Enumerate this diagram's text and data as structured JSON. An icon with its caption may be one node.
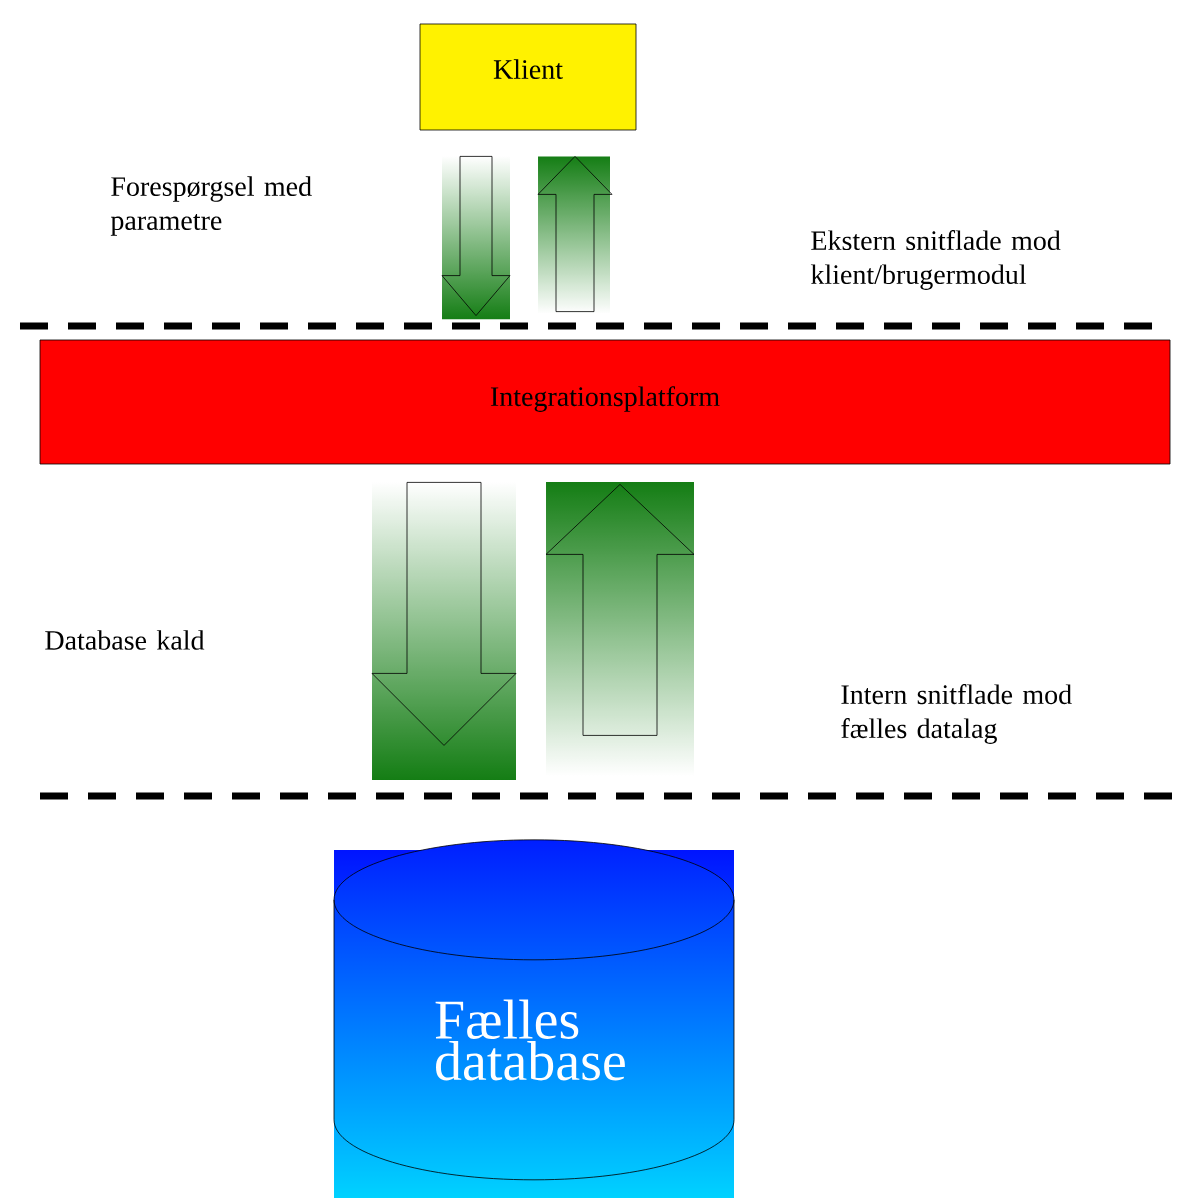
{
  "diagram": {
    "nodes": [
      {
        "text": [
          "Klient"
        ]
      },
      {
        "text": [
          "Integrationsplatform"
        ]
      },
      {
        "text": [
          "Fælles database"
        ]
      }
    ],
    "edges": [
      {
        "from": 0,
        "to": 1,
        "arrow": "to"
      },
      {
        "from": 1,
        "to": 0,
        "arrow": "to"
      },
      {
        "from": 1,
        "to": 2,
        "arrow": "to"
      },
      {
        "from": 2,
        "to": 1,
        "arrow": "to"
      }
    ],
    "labels": [
      "Forespørgsel med parametre",
      "Ekstern snitflade mod klient/brugermodul",
      "Database kald",
      "Intern snitflade mod fælles datalag"
    ]
  }
}
